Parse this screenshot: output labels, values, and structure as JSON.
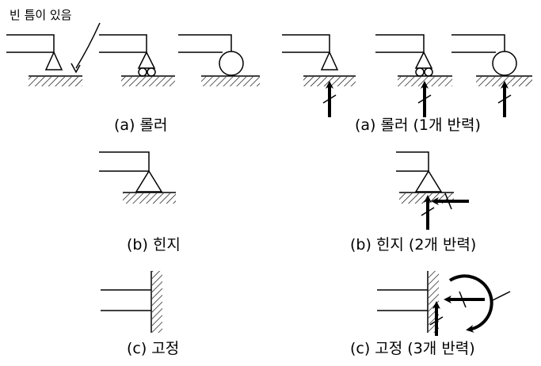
{
  "annotation": "빈 틈이 있음",
  "captions": {
    "roller": "(a) 롤러",
    "roller_reactions": "(a) 롤러 (1개 반력)",
    "hinge": "(b) 힌지",
    "hinge_reactions": "(b) 힌지 (2개 반력)",
    "fixed": "(c) 고정",
    "fixed_reactions": "(c) 고정 (3개 반력)"
  },
  "reaction_counts": {
    "roller": 1,
    "hinge": 2,
    "fixed": 3
  }
}
